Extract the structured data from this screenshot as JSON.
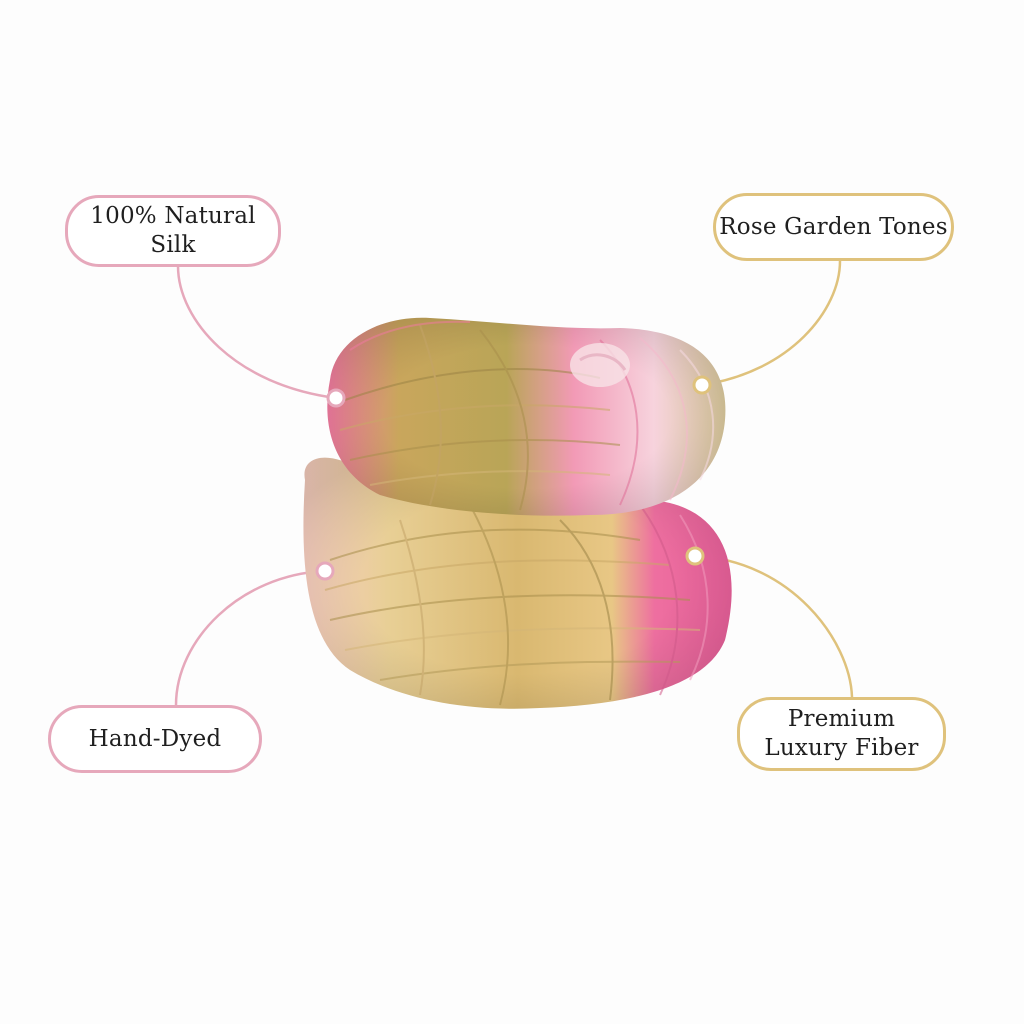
{
  "callouts": {
    "silk": {
      "line1": "100% Natural",
      "line2": "Silk"
    },
    "rose": {
      "line1": "Rose Garden Tones"
    },
    "dyed": {
      "line1": "Hand-Dyed"
    },
    "premium": {
      "line1": "Premium",
      "line2": "Luxury Fiber"
    }
  },
  "product": {
    "image": "yarn-skein",
    "colors": {
      "pink": "#ef7fa5",
      "light_pink": "#f6c9d6",
      "olive": "#b5a25a",
      "cream": "#f1ddb7",
      "accent_pink": "#e6a8bb",
      "accent_gold": "#dfc27c"
    }
  }
}
